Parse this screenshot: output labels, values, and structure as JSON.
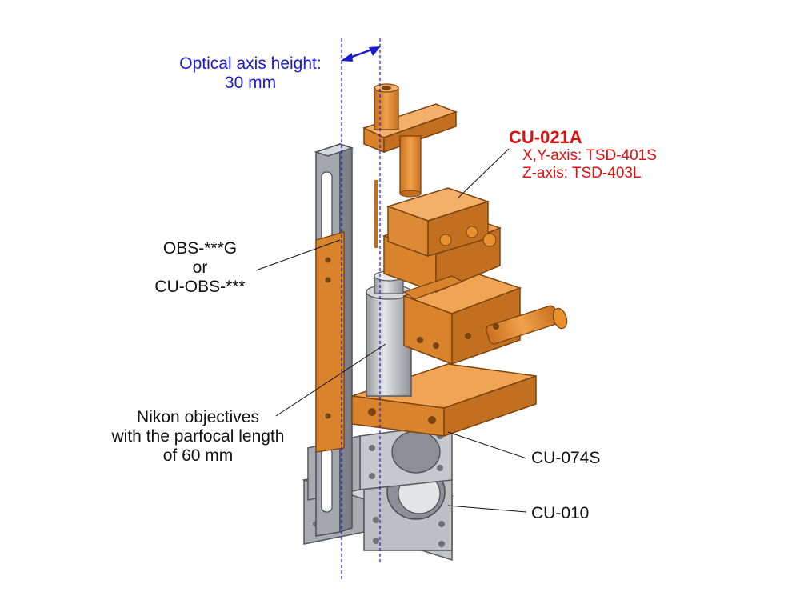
{
  "optical_axis": {
    "line1": "Optical axis  height:",
    "line2": "30 mm"
  },
  "stage_label": {
    "title": "CU-021A",
    "xy": "X,Y-axis: TSD-401S",
    "z": "Z-axis: TSD-403L"
  },
  "obs_label": {
    "line1": "OBS-***G",
    "line2": "or",
    "line3": "CU-OBS-***"
  },
  "objective_label": {
    "line1": "Nikon objectives",
    "line2": "with the parfocal length",
    "line3": "of 60 mm"
  },
  "cu074_label": "CU-074S",
  "cu010_label": "CU-010",
  "colors": {
    "orange": "#e8902e",
    "orange_dark": "#b8661a",
    "steel": "#b3b5bb",
    "steel_dark": "#7d8088",
    "objective": "#bfc1c6",
    "axis_blue": "#1a1ad0",
    "label_red": "#e01010"
  }
}
